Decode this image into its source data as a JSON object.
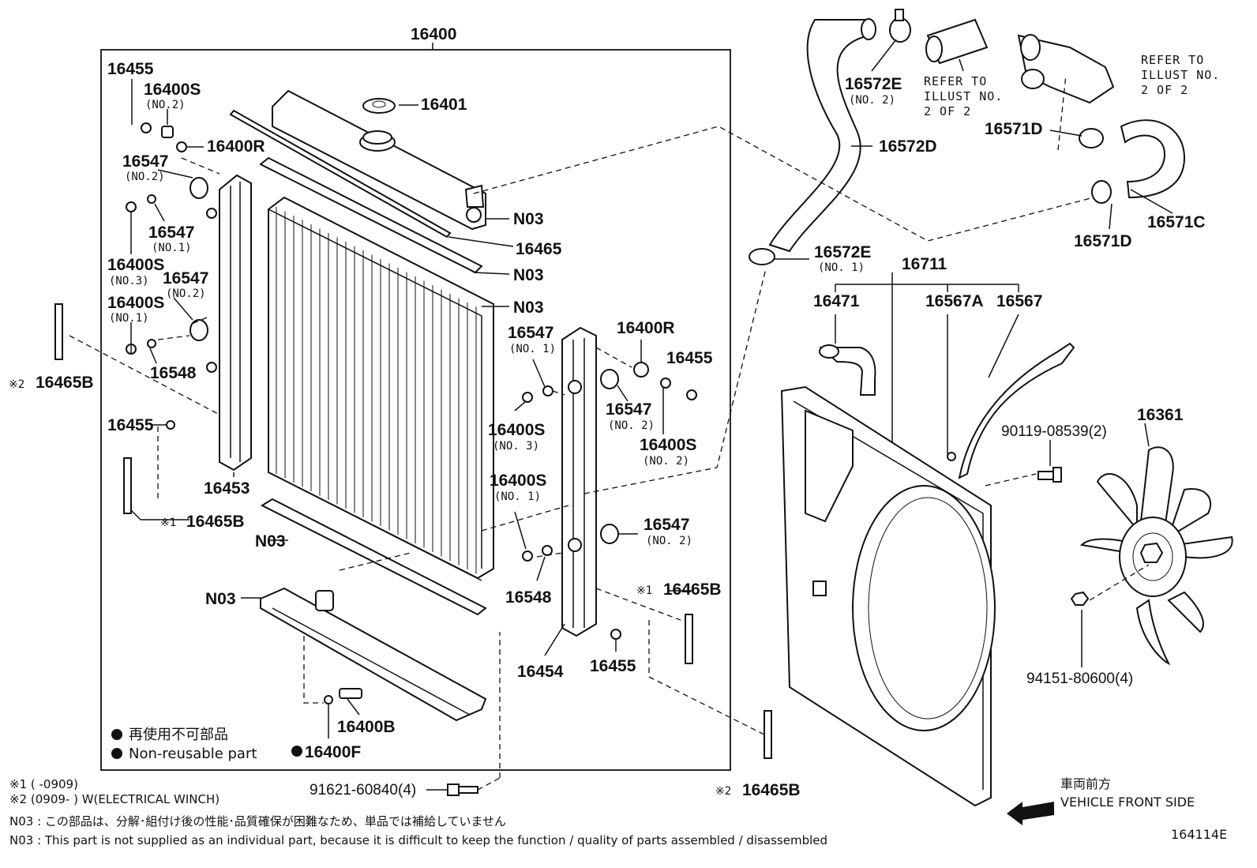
{
  "assembly_label": "16400",
  "diagram_id": "164114E",
  "labels": {
    "p16455_tl": "16455",
    "p16400S_no2_a": "16400S",
    "no2_a": "(NO.2)",
    "p16400R_a": "16400R",
    "p16547_no2_a": "16547",
    "no2_b": "(NO.2)",
    "p16547_no1_a": "16547",
    "no1_a": "(NO.1)",
    "p16400S_no3_a": "16400S",
    "no3_a": "(NO.3)",
    "p16547_no2_b": "16547",
    "no2_c": "(NO.2)",
    "p16400S_no1_a": "16400S",
    "no1_b": "(NO.1)",
    "p16548_a": "16548",
    "p16465B_2_left": "16465B",
    "mark2_left": "※2",
    "p16455_ml": "16455",
    "p16453": "16453",
    "p16465B_1_left": "16465B",
    "mark1_left": "※1",
    "p16401": "16401",
    "n03_a": "N03",
    "p16465": "16465",
    "n03_b": "N03",
    "n03_c": "N03",
    "p16547_no1_b": "16547",
    "no1_c": "(NO. 1)",
    "p16400S_no3_b": "16400S",
    "no3_b": "(NO. 3)",
    "p16400S_no1_b": "16400S",
    "no1_d": "(NO. 1)",
    "p16548_b": "16548",
    "p16400R_b": "16400R",
    "p16455_r1": "16455",
    "p16547_no2_c": "16547",
    "no2_d": "(NO. 2)",
    "p16400S_no2_b": "16400S",
    "no2_e": "(NO. 2)",
    "p16547_no2_d": "16547",
    "no2_f": "(NO. 2)",
    "p16465B_1_mid": "16465B",
    "mark1_mid": "※1",
    "p16454": "16454",
    "p16455_r2": "16455",
    "n03_d": "N03",
    "n03_e": "N03",
    "p16400B": "16400B",
    "p16400F": "16400F",
    "p16572E_no2": "16572E",
    "no2_g": "(NO. 2)",
    "p16572D": "16572D",
    "p16571D_a": "16571D",
    "p16571C": "16571C",
    "p16571D_b": "16571D",
    "p16572E_no1": "16572E",
    "no1_e": "(NO. 1)",
    "p16711": "16711",
    "p16471": "16471",
    "p16567A": "16567A",
    "p16567": "16567",
    "p90119": "90119-08539(2)",
    "p16361": "16361",
    "p94151": "94151-80600(4)",
    "p91621": "91621-60840(4)",
    "p16465B_2_bottom": "16465B",
    "mark2_bottom": "※2"
  },
  "refer_notes": {
    "a_line1": "REFER TO",
    "a_line2": "ILLUST NO.",
    "a_line3": "2 OF 2",
    "b_line1": "REFER TO",
    "b_line2": "ILLUST NO.",
    "b_line3": "2 OF 2"
  },
  "legend": {
    "non_reusable_jp": "再使用不可部品",
    "non_reusable_en": "Non-reusable part"
  },
  "footnotes": {
    "mark1": "※1 (      -0909)",
    "mark2": "※2 (0909-      ) W(ELECTRICAL WINCH)",
    "n03_jp": "N03 : この部品は、分解･組付け後の性能･品質確保が困難なため、単品では補給していません",
    "n03_en": "N03 : This part is not supplied as an individual part, because it is difficult to keep the function / quality of parts assembled / disassembled"
  },
  "direction": {
    "jp": "車両前方",
    "en": "VEHICLE FRONT SIDE"
  }
}
